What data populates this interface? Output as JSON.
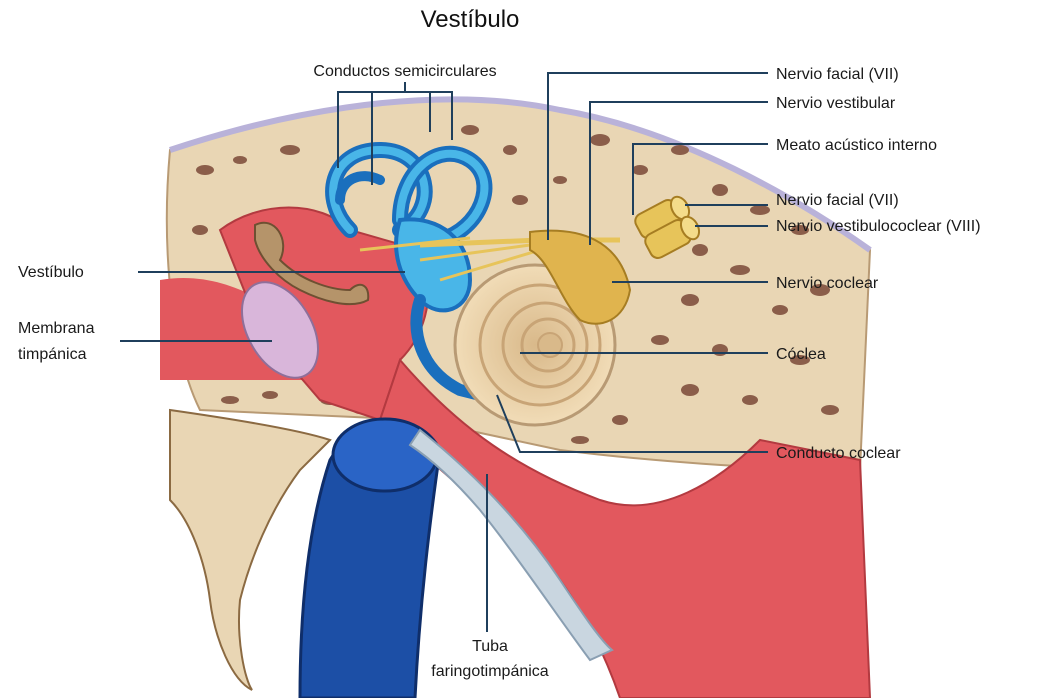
{
  "title": "Vestíbulo",
  "labels": {
    "semicircular": "Conductos semicirculares",
    "facial_top": "Nervio facial (VII)",
    "vestibular": "Nervio vestibular",
    "meato": "Meato acústico interno",
    "facial_right": "Nervio facial (VII)",
    "vestibulococlear": "Nervio vestibulococlear (VIII)",
    "coclear": "Nervio coclear",
    "coclea": "Cóclea",
    "conducto_coclear": "Conducto coclear",
    "vestibulo": "Vestíbulo",
    "membrana_1": "Membrana",
    "membrana_2": "timpánica",
    "tuba_1": "Tuba",
    "tuba_2": "faringotimpánica"
  },
  "colors": {
    "bone": "#e9d6b4",
    "bone_spots": "#8b5e4a",
    "red": "#e2585e",
    "blue": "#1a6fbd",
    "light_blue": "#49b6e8",
    "nerve": "#e7c45a",
    "cochlea": "#e4c494",
    "membrane": "#d9b6da",
    "vein": "#1c4fa6",
    "leader": "#1f3f5c"
  }
}
